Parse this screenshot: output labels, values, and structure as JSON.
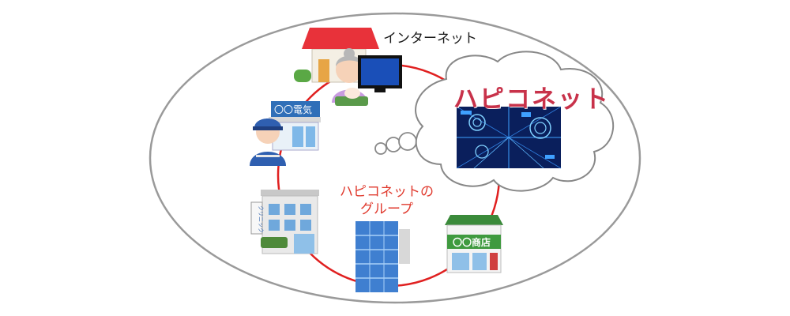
{
  "diagram": {
    "internet_label": "インターネット",
    "brand_name": "ハピコネット",
    "group_label_line1": "ハピコネットの",
    "group_label_line2": "グループ",
    "electric_shop_sign": "〇〇電気",
    "store_sign": "〇〇商店",
    "clinic_sign": "クリニック"
  },
  "colors": {
    "outer_ellipse": "#9a9a9a",
    "ring": "#e02020",
    "brand_text": "#c8324a",
    "group_text": "#e03a2e",
    "house_roof": "#e8323a",
    "screen_blue": "#1a4fb8",
    "store_roof": "#3a8a3a"
  },
  "icons": [
    "house-icon",
    "grandmother-icon",
    "television-icon",
    "electrician-icon",
    "electric-shop-icon",
    "clinic-icon",
    "office-tower-icon",
    "store-icon",
    "thought-cloud-icon",
    "network-graphic-icon"
  ]
}
